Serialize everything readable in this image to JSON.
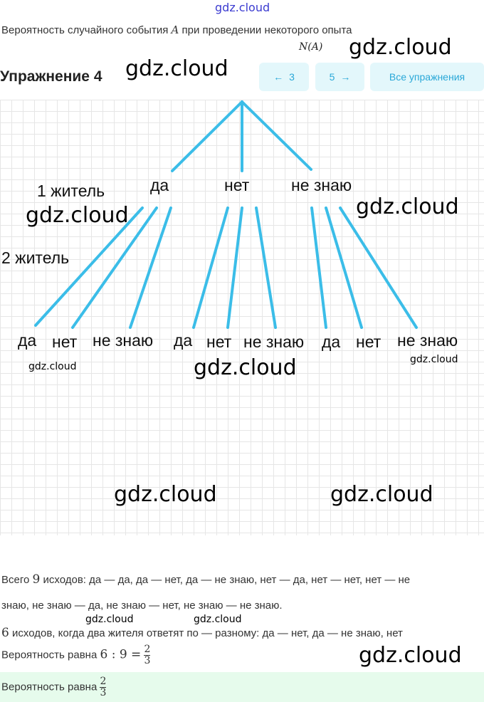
{
  "watermark": "gdz.cloud",
  "intro": {
    "text_before": "Вероятность случайного события",
    "var": "A",
    "text_after": "при проведении некоторого опыта",
    "formula_fragment": "N(A)"
  },
  "header": {
    "title": "Упражнение 4",
    "prev_label": "3",
    "next_label": "5",
    "all_label": "Все упражнения"
  },
  "tree": {
    "label_level1": "1 житель",
    "label_level2": "2 житель",
    "level1": [
      "да",
      "нет",
      "не знаю"
    ],
    "leaves": [
      "да",
      "нет",
      "не знаю",
      "да",
      "нет",
      "не знаю",
      "да",
      "нет",
      "не знаю"
    ],
    "line_color": "#3bbde8"
  },
  "solution": {
    "line1_a": "Всего",
    "line1_num": "9",
    "line1_b": "исходов: да — да, да — нет, да — не знаю, нет — да, нет — нет, нет — не",
    "line2": "знаю, не знаю — да, не знаю — нет, не знаю — не знаю.",
    "line3_num": "6",
    "line3": "исходов, когда два жителя ответят по — разному: да — нет, да — не знаю, нет",
    "line4_a": "Вероятность равна",
    "line4_expr": "6 : 9 =",
    "frac_num": "2",
    "frac_den": "3"
  },
  "answer": {
    "label": "Вероятность равна",
    "frac_num": "2",
    "frac_den": "3"
  }
}
